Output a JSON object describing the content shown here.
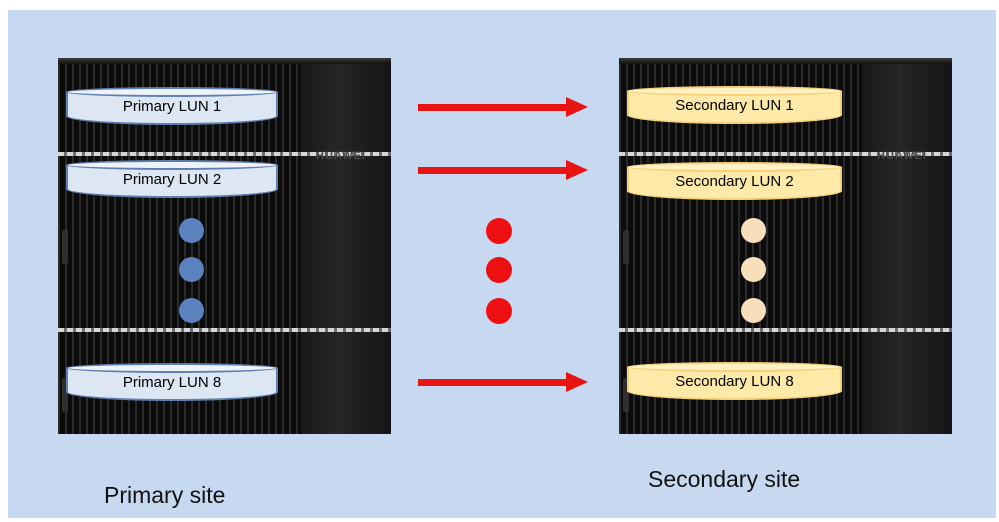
{
  "colors": {
    "background": "#c7d9f1",
    "arrow": "#e81313",
    "primary_lun": "#dde6f3",
    "secondary_lun": "#fde9a8",
    "primary_dots": "#5b82bf",
    "secondary_dots": "#f7dfbc",
    "replication_dots": "#ee1010"
  },
  "primary": {
    "site_label": "Primary site",
    "luns": [
      {
        "label": "Primary LUN 1"
      },
      {
        "label": "Primary LUN 2"
      },
      {
        "label": "Primary LUN 8"
      }
    ]
  },
  "secondary": {
    "site_label": "Secondary site",
    "luns": [
      {
        "label": "Secondary LUN 1"
      },
      {
        "label": "Secondary LUN 2"
      },
      {
        "label": "Secondary LUN 8"
      }
    ]
  },
  "arrow_count": 3,
  "ellipsis_dot_count": 3
}
